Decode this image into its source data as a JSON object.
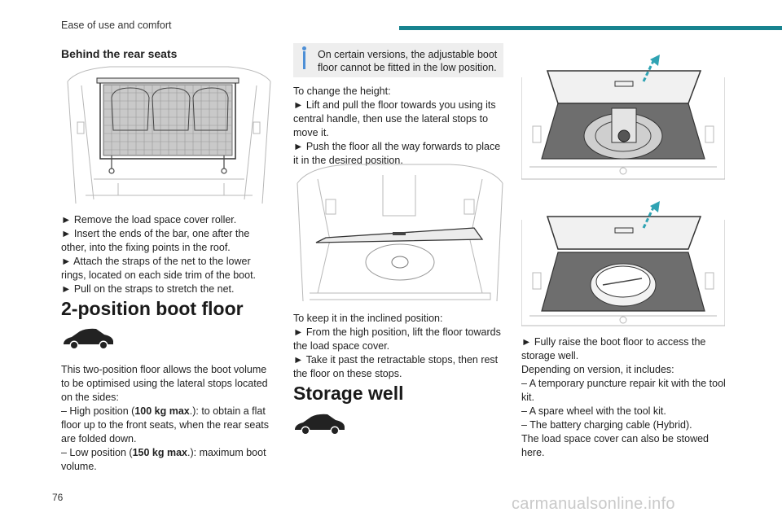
{
  "header": {
    "title": "Ease of use and comfort"
  },
  "col1": {
    "heading": "Behind the rear seats",
    "steps": [
      "► Remove the load space cover roller.",
      "► Insert the ends of the bar, one after the other, into the fixing points in the roof.",
      "► Attach the straps of the net to the lower rings, located on each side trim of the boot.",
      "► Pull on the straps to stretch the net."
    ],
    "section_title": "2-position boot floor",
    "intro": "This two-position floor allows the boot volume to be optimised using the lateral stops located on the sides:",
    "high_prefix": "– High position (",
    "high_bold": "100 kg max",
    "high_suffix": ".): to obtain a flat floor up to the front seats, when the rear seats are folded down.",
    "low_prefix": "– Low position (",
    "low_bold": "150 kg max",
    "low_suffix": ".): maximum boot volume."
  },
  "col2": {
    "note": "On certain versions, the adjustable boot floor cannot be fitted in the low position.",
    "change_intro": "To change the height:",
    "change_steps": [
      "► Lift and pull the floor towards you using its central handle, then use the lateral stops to move it.",
      "► Push the floor all the way forwards to place it in the desired position."
    ],
    "incline_intro": "To keep it in the inclined position:",
    "incline_steps": [
      "► From the high position, lift the floor towards the load space cover.",
      "► Take it past the retractable stops, then rest the floor on these stops."
    ],
    "section_title": "Storage well"
  },
  "col3": {
    "steps": [
      "► Fully raise the boot floor to access the storage well."
    ],
    "includes_intro": "Depending on version, it includes:",
    "includes": [
      "– A temporary puncture repair kit with the tool kit.",
      "– A spare wheel with the tool kit.",
      "– The battery charging cable (Hybrid)."
    ],
    "closing": "The load space cover can also be stowed here."
  },
  "footer": {
    "page_number": "76",
    "watermark": "carmanualsonline.info"
  },
  "colors": {
    "accent": "#17838f",
    "info": "#4d8fd6",
    "arrow": "#2fa3b3"
  }
}
